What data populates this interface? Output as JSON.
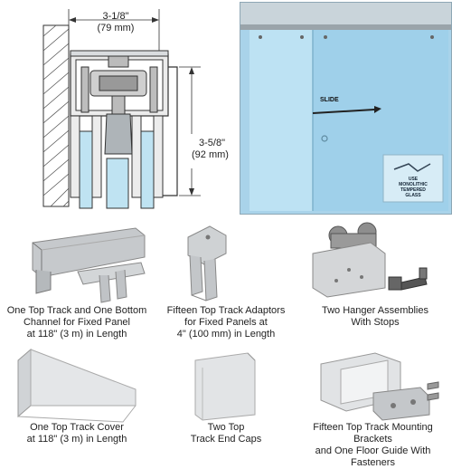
{
  "section_diagram": {
    "width_in": "3-1/8\"",
    "width_mm": "(79 mm)",
    "height_in": "3-5/8\"",
    "height_mm": "(92 mm)"
  },
  "door_photo": {
    "slide_label": "SLIDE",
    "decal_lines": [
      "USE",
      "MONOLITHIC",
      "TEMPERED",
      "GLASS"
    ]
  },
  "components": [
    {
      "lines": [
        "One Top Track  and One Bottom",
        "Channel for Fixed Panel",
        "at 118\" (3 m) in Length"
      ]
    },
    {
      "lines": [
        "Fifteen Top Track Adaptors",
        "for Fixed Panels at",
        "4\" (100 mm) in Length"
      ]
    },
    {
      "lines": [
        "Two Hanger Assemblies",
        "With Stops"
      ]
    },
    {
      "lines": [
        "One Top Track Cover",
        "at 118\" (3 m) in Length"
      ]
    },
    {
      "lines": [
        "Two Top",
        "Track End Caps"
      ]
    },
    {
      "lines": [
        "Fifteen Top Track Mounting Brackets",
        "and One Floor Guide With Fasteners"
      ]
    }
  ],
  "colors": {
    "glass": "#bfe3f2",
    "aluminum": "#d9dcdf",
    "outline": "#333333"
  }
}
